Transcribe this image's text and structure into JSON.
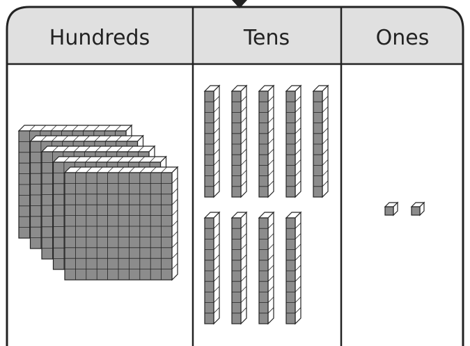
{
  "table": {
    "columns": [
      {
        "label": "Hundreds",
        "count": 5
      },
      {
        "label": "Tens",
        "count": 9
      },
      {
        "label": "Ones",
        "count": 2
      }
    ]
  },
  "colors": {
    "header_fill": "#e0e0e0",
    "block_fill": "#8c8c8c",
    "block_light": "#ffffff",
    "outline": "#222222"
  },
  "icons": {
    "top_marker": "down-triangle-icon"
  }
}
